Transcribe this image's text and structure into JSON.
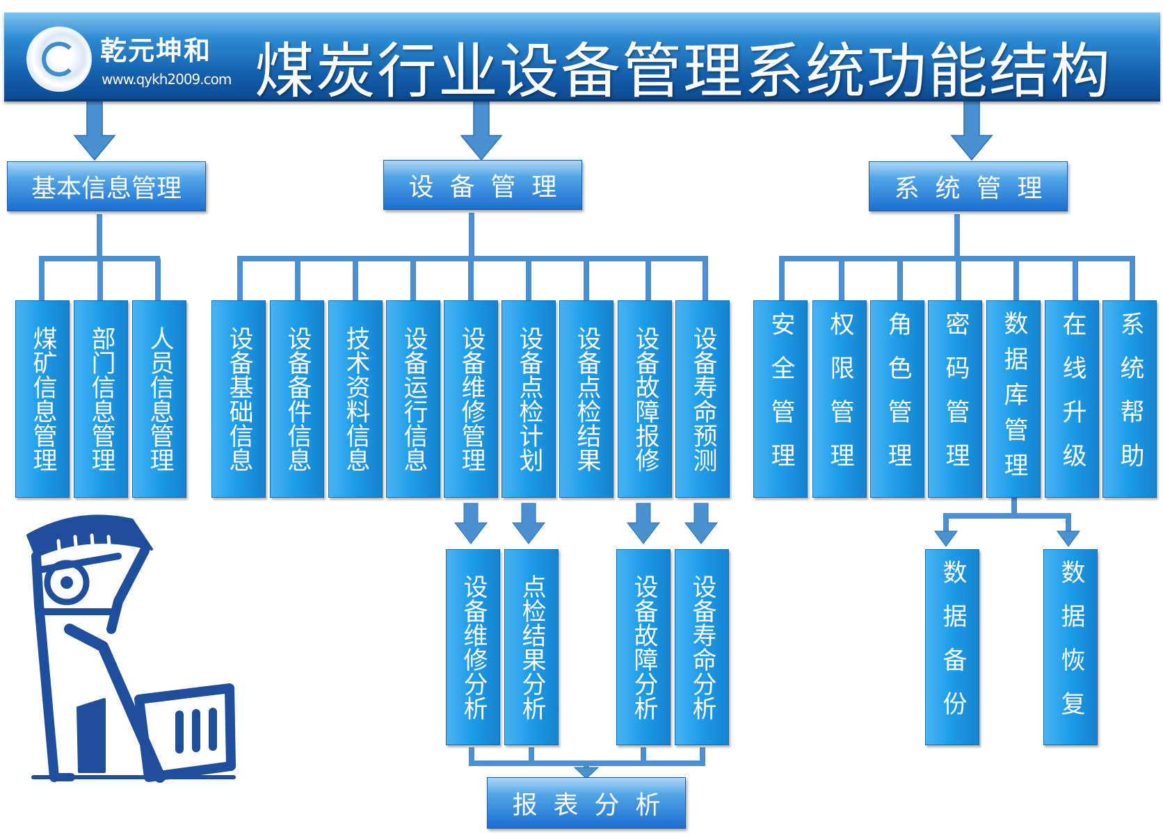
{
  "header": {
    "brand_name": "乾元坤和",
    "brand_url": "www.qykh2009.com",
    "title": "煤炭行业设备管理系统功能结构"
  },
  "modules": {
    "basic": "基本信息管理",
    "equipment": "设  备  管  理",
    "system": "系  统  管  理",
    "report": "报  表  分  析"
  },
  "basic_items": [
    "煤矿信息管理",
    "部门信息管理",
    "人员信息管理"
  ],
  "equipment_items": [
    "设备基础信息",
    "设备备件信息",
    "技术资料信息",
    "设备运行信息",
    "设备维修管理",
    "设备点检计划",
    "设备点检结果",
    "设备故障报修",
    "设备寿命预测"
  ],
  "system_items": [
    "安全管理",
    "权限管理",
    "角色管理",
    "密码管理",
    "数据库管理",
    "在线升级",
    "系统帮助"
  ],
  "analysis_items": [
    "设备维修分析",
    "点检结果分析",
    "设备故障分析",
    "设备寿命分析"
  ],
  "database_items": [
    "数据备份",
    "数据恢复"
  ],
  "colors": {
    "header": "#1561ad",
    "box": "#1c9be8",
    "connector": "#4a90d0",
    "icon": "#1f4e9c"
  }
}
